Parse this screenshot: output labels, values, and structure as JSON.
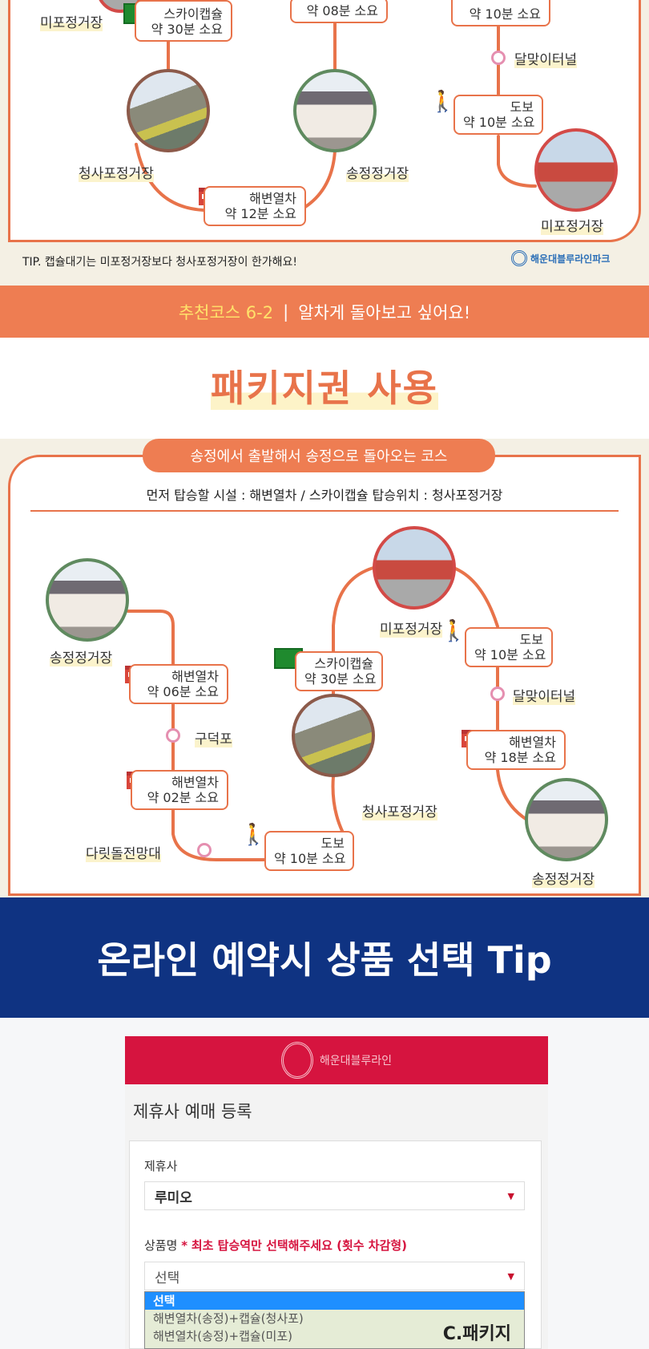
{
  "course_6_1_tail": {
    "stations": {
      "mipo_top": "미포정거장",
      "cheongsapo": "청사포정거장",
      "songjeong": "송정정거장",
      "mipo_bottom": "미포정거장"
    },
    "segments": {
      "capsule": [
        "스카이캡슐",
        "약 30분 소요"
      ],
      "train_08": [
        "약 08분 소요"
      ],
      "train_10": [
        "약 10분 소요"
      ],
      "walk": [
        "도보",
        "약 10분 소요"
      ],
      "train_12": [
        "해변열차",
        "약 12분 소요"
      ]
    },
    "node_dalmaji": "달맞이터널",
    "tip": "TIP. 캡슐대기는 미포정거장보다 청사포정거장이 한가해요!",
    "brand": "해운대블루라인파크"
  },
  "banner": {
    "course": "추천코스 6-2",
    "separator": "|",
    "title": "알차게 돌아보고 싶어요!"
  },
  "package": {
    "title": "패키지권 사용"
  },
  "course_6_2": {
    "pill": "송정에서 출발해서 송정으로 돌아오는 코스",
    "subtitle": "먼저 탑승할 시설 : 해변열차 / 스카이캡슐 탑승위치 : 청사포정거장",
    "stations": {
      "songjeong_start": "송정정거장",
      "cheongsapo": "청사포정거장",
      "mipo": "미포정거장",
      "songjeong_end": "송정정거장"
    },
    "nodes": {
      "gudeokpo": "구덕포",
      "daritdol": "다릿돌전망대",
      "dalmaji": "달맞이터널"
    },
    "segments": {
      "train_06": [
        "해변열차",
        "약 06분 소요"
      ],
      "train_02": [
        "해변열차",
        "약 02분 소요"
      ],
      "walk_1": [
        "도보",
        "약 10분 소요"
      ],
      "capsule": [
        "스카이캡슐",
        "약 30분 소요"
      ],
      "walk_2": [
        "도보",
        "약 10분 소요"
      ],
      "train_18": [
        "해변열차",
        "약 18분 소요"
      ]
    }
  },
  "tip_banner": "온라인 예약시 상품 선택 Tip",
  "form": {
    "logo_text": "해운대블루라인",
    "title": "제휴사 예매 등록",
    "partner_label": "제휴사",
    "partner_value": "루미오",
    "product_label": "상품명",
    "product_required": "*",
    "product_note": "최초 탑승역만 선택해주세요 (횟수 차감형)",
    "product_value": "선택",
    "options": [
      "선택",
      "해변열차(송정)+캡슐(청사포)",
      "해변열차(송정)+캡슐(미포)"
    ],
    "overlay_tag": "C.패키지"
  },
  "colors": {
    "orange": "#e8734a",
    "cream": "#f4f0e4",
    "navy": "#0f3382",
    "brand_red": "#d6143f",
    "select_blue": "#1e8fff"
  }
}
